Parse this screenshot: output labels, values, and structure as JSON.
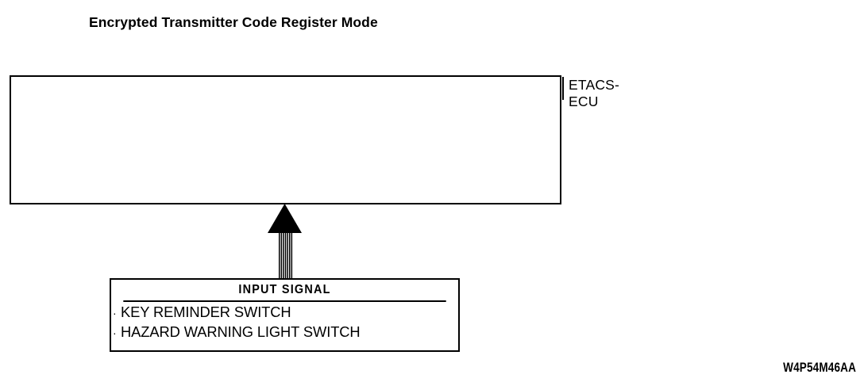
{
  "figure": {
    "title": "Encrypted Transmitter Code Register Mode",
    "reference_code": "W4P54M46AA",
    "background_color": "#ffffff",
    "line_color": "#000000"
  },
  "ecu_block": {
    "label": "ETACS-\nECU",
    "contents": "",
    "leader_icon": "leader-line-icon"
  },
  "signal_arrow": {
    "icon": "bundled-signal-arrow-icon",
    "direction": "up",
    "shaft_line_count": 7
  },
  "input_signal": {
    "header": "INPUT  SIGNAL",
    "items": [
      {
        "bullet": "·",
        "label": "KEY REMINDER SWITCH"
      },
      {
        "bullet": "·",
        "label": "HAZARD WARNING LIGHT SWITCH"
      }
    ]
  }
}
